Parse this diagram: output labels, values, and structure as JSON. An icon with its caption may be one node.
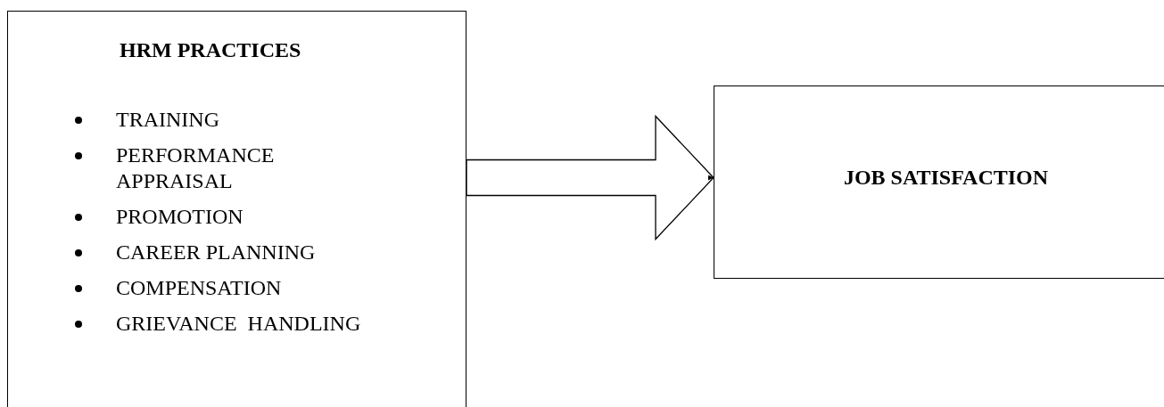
{
  "diagram": {
    "nodes": [
      {
        "text": [
          "HRM PRACTICES",
          "TRAINING",
          "PERFORMANCE APPRAISAL",
          "PROMOTION",
          "CAREER PLANNING",
          "COMPENSATION",
          "GRIEVANCE  HANDLING"
        ]
      },
      {
        "text": [
          "JOB SATISFACTION"
        ]
      }
    ],
    "edges": [
      {
        "from": 0,
        "to": 1,
        "arrow": "to"
      }
    ]
  }
}
